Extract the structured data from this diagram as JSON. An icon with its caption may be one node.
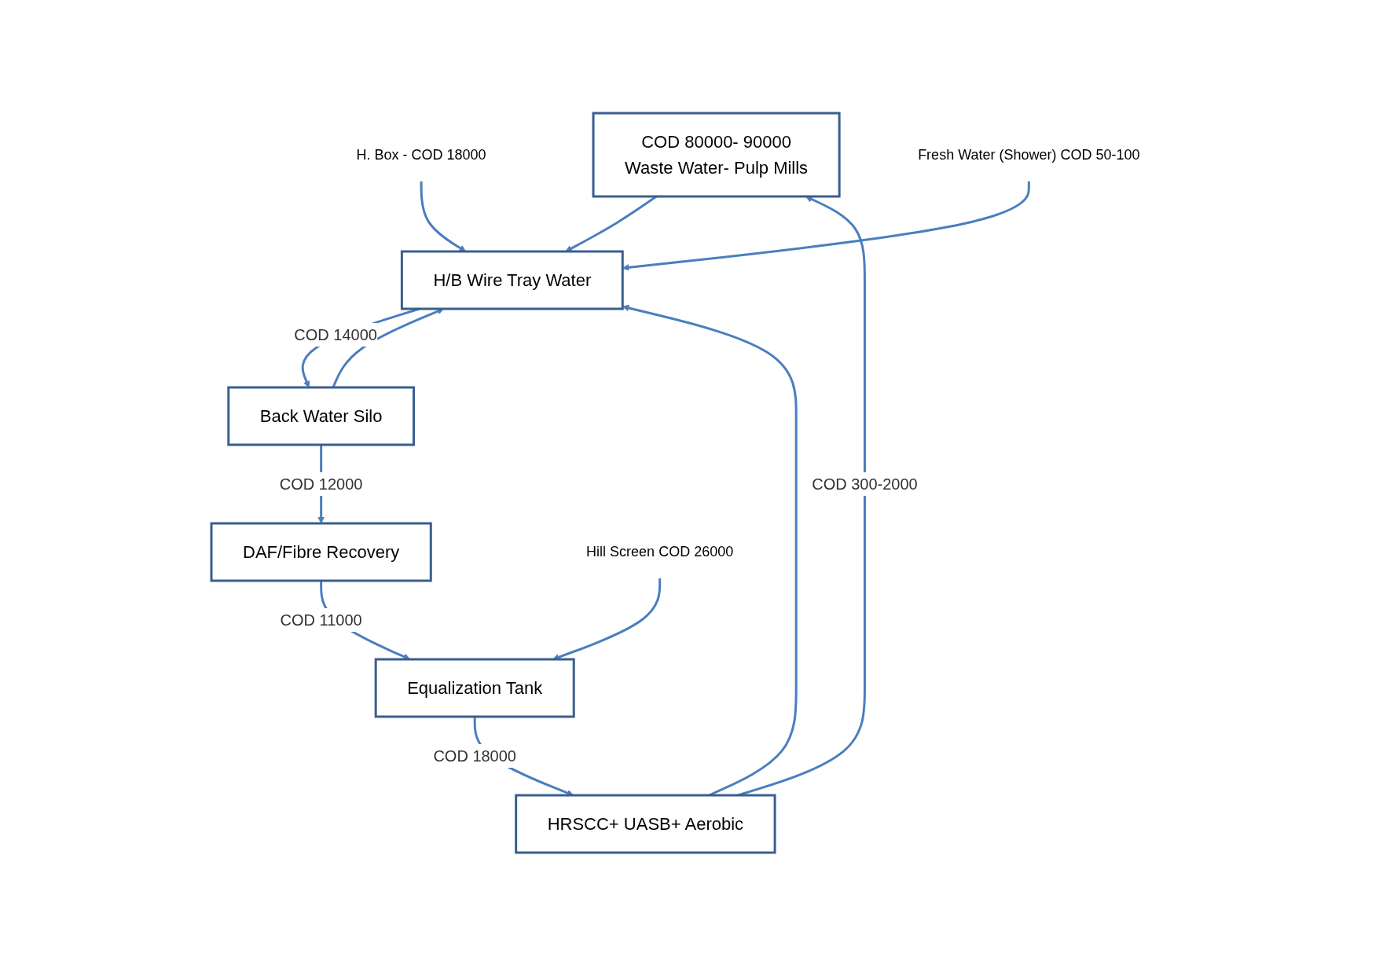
{
  "diagram": {
    "nodes": [
      {
        "text": [
          "COD 80000- 90000",
          "Waste Water- Pulp Mills"
        ]
      },
      {
        "text": [
          "H/B Wire Tray Water"
        ]
      },
      {
        "text": [
          "HRSCC+ UASB+ Aerobic"
        ]
      },
      {
        "text": [
          "Back Water Silo"
        ]
      },
      {
        "text": [
          "Equalization Tank"
        ]
      },
      {
        "text": [
          "DAF/Fibre Recovery"
        ]
      },
      {
        "text": [
          "H. Box - COD 18000"
        ]
      },
      {
        "text": [
          "Fresh Water (Shower) COD 50-100"
        ]
      },
      {
        "text": [
          "Hill Screen COD 26000"
        ]
      }
    ],
    "edges": [
      {
        "from": 0,
        "to": 1,
        "arrow": "to"
      },
      {
        "from": 2,
        "to": 0,
        "arrow": "to",
        "label": "COD 300-2000"
      },
      {
        "from": 2,
        "to": 1,
        "arrow": "to"
      },
      {
        "from": 3,
        "to": 1,
        "arrow": "to"
      },
      {
        "from": 6,
        "to": 1,
        "arrow": "to"
      },
      {
        "from": 7,
        "to": 1,
        "arrow": "to"
      },
      {
        "from": 1,
        "to": 3,
        "arrow": "to",
        "label": "COD 14000"
      },
      {
        "from": 3,
        "to": 5,
        "arrow": "to",
        "label": "COD 12000"
      },
      {
        "from": 5,
        "to": 4,
        "arrow": "to",
        "label": "COD 11000"
      },
      {
        "from": 4,
        "to": 2,
        "arrow": "to",
        "label": "COD 18000"
      },
      {
        "from": 8,
        "to": 4,
        "arrow": "to"
      }
    ]
  }
}
